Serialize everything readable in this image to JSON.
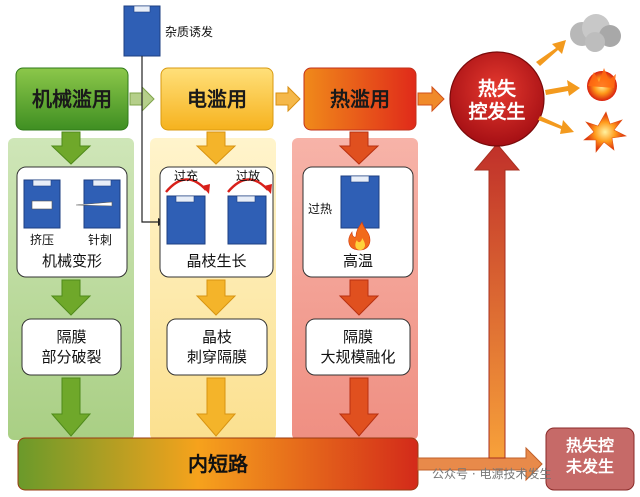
{
  "impurity_label": "杂质诱发",
  "stages": {
    "mechanical": {
      "title": "机械滥用",
      "deform_label": "机械变形",
      "squeeze_label": "挤压",
      "needle_label": "针刺",
      "separator_label": "隔膜\n部分破裂"
    },
    "electrical": {
      "title": "电滥用",
      "overcharge_label": "过充",
      "overdischarge_label": "过放",
      "dendrite_label": "晶枝生长",
      "separator_label": "晶枝\n刺穿隔膜"
    },
    "thermal": {
      "title": "热滥用",
      "overheat_label": "过热",
      "hightemp_label": "高温",
      "separator_label": "隔膜\n大规模融化"
    }
  },
  "internal_short": "内短路",
  "runaway_circle": "热失\n控发生",
  "runaway_box": "热失控\n未发生",
  "watermark": "公众号 · 电源技术发生",
  "colors": {
    "green": "#5fa32e",
    "orange": "#f5a21a",
    "red": "#c0121b",
    "blue": "#2f5fb5"
  }
}
